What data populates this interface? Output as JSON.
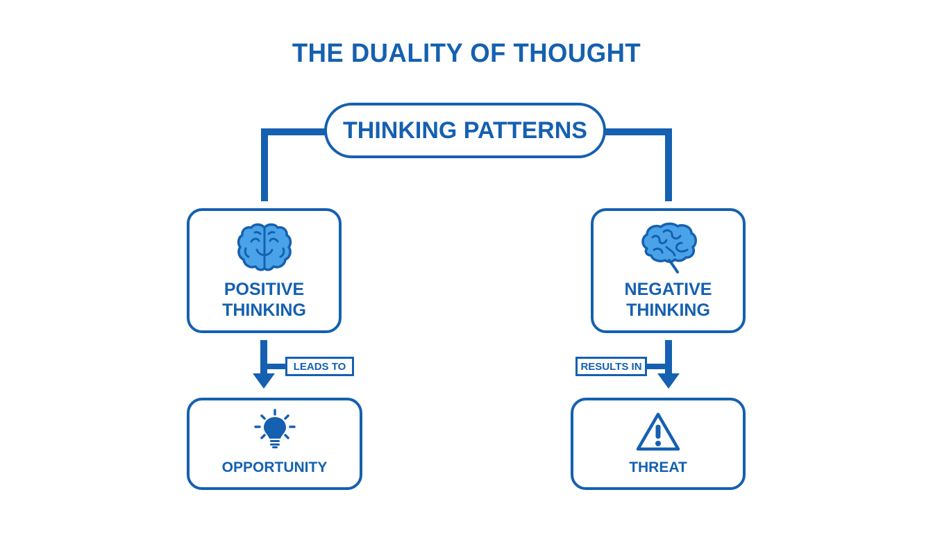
{
  "title": "THE DUALITY OF THOUGHT",
  "root": {
    "label": "THINKING PATTERNS"
  },
  "branches": [
    {
      "label_line1": "POSITIVE",
      "label_line2": "THINKING",
      "icon": "brain-smile-icon",
      "connector_label": "LEADS TO",
      "outcome": {
        "label": "OPPORTUNITY",
        "icon": "lightbulb-icon"
      }
    },
    {
      "label_line1": "NEGATIVE",
      "label_line2": "THINKING",
      "icon": "brain-icon",
      "connector_label": "RESULTS IN",
      "outcome": {
        "label": "THREAT",
        "icon": "warning-triangle-icon"
      }
    }
  ],
  "colors": {
    "primary": "#1560b0",
    "icon_fill": "#4aa3e8",
    "background": "#ffffff"
  }
}
